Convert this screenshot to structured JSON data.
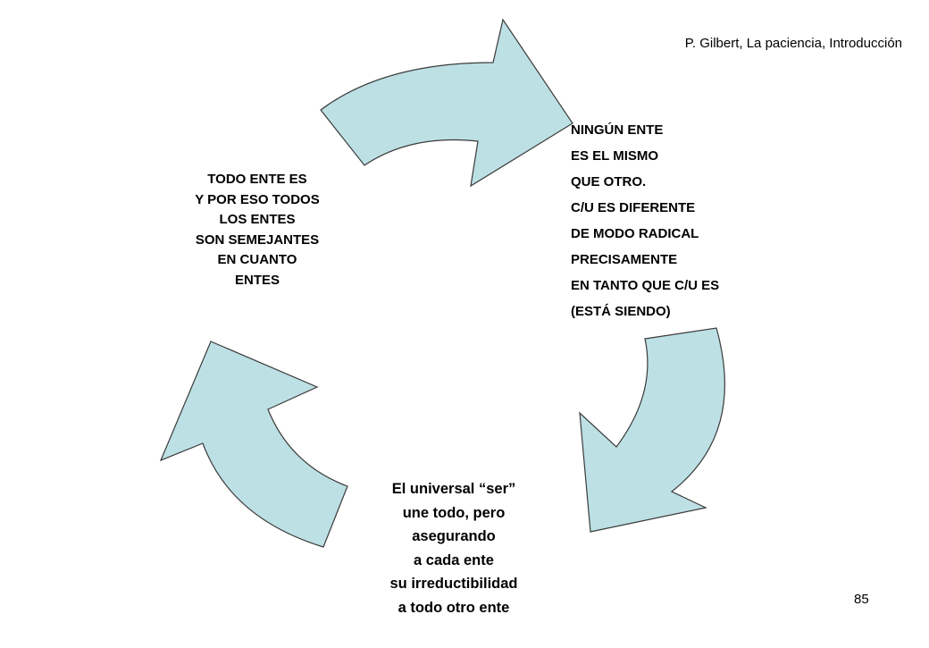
{
  "slide": {
    "citation": "P. Gilbert, La paciencia, Introducción",
    "page_number": "85"
  },
  "cycle": {
    "fill_color": "#bde0e4",
    "outline_color": "#3a3a3a",
    "arrows": [
      {
        "name": "top",
        "direction": "clockwise"
      },
      {
        "name": "right",
        "direction": "clockwise"
      },
      {
        "name": "left",
        "direction": "clockwise"
      }
    ],
    "nodes": {
      "right": {
        "lines": [
          "NINGÚN ENTE",
          "ES EL MISMO",
          "QUE OTRO.",
          "C/U ES DIFERENTE",
          "DE MODO RADICAL",
          "PRECISAMENTE",
          "EN TANTO QUE C/U ES",
          "(ESTÁ SIENDO)"
        ]
      },
      "bottom": {
        "lines": [
          "El universal “ser”",
          "une todo, pero",
          "asegurando",
          "a cada ente",
          "su irreductibilidad",
          "a todo otro ente"
        ]
      },
      "left": {
        "lines": [
          "TODO ENTE ES",
          "Y POR ESO TODOS",
          "LOS ENTES",
          "SON SEMEJANTES",
          "EN CUANTO",
          "ENTES"
        ]
      }
    }
  }
}
